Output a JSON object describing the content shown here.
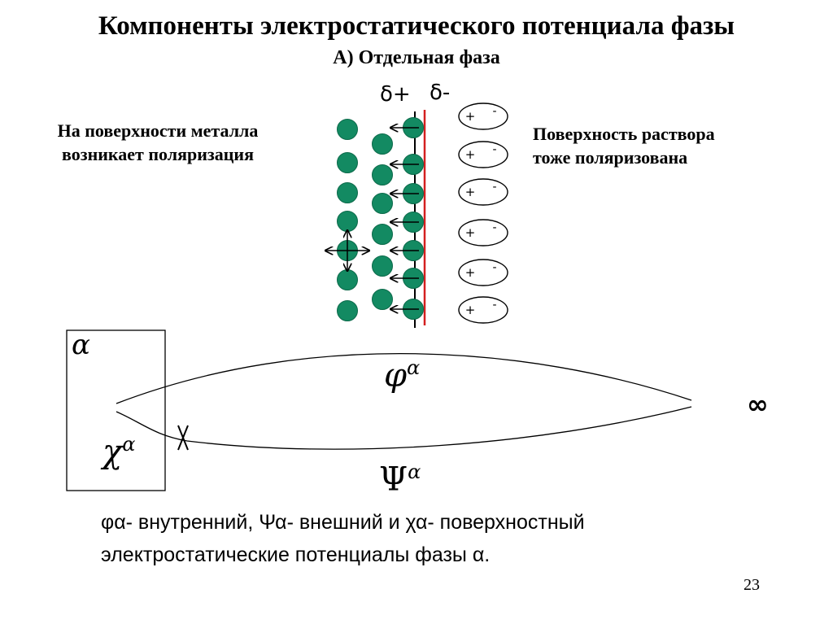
{
  "title": "Компоненты электростатического потенциала фазы",
  "subtitle": "А) Отдельная фаза",
  "left_note": [
    "На поверхности металла",
    "возникает поляризация"
  ],
  "right_note": [
    "Поверхность раствора",
    "тоже поляризована"
  ],
  "delta_plus": "δ+",
  "delta_minus": "δ-",
  "ion_plus": "+",
  "ion_minus": "-",
  "phase_label": "α",
  "inner_potential": {
    "symbol": "φ",
    "sup": "α"
  },
  "outer_potential": {
    "symbol": "Ψ",
    "sup": "α"
  },
  "surface_potential": {
    "symbol": "χ",
    "sup": "α"
  },
  "infinity": "∞",
  "caption": {
    "line1": "φα- внутренний, Ψα- внешний и χα- поверхностный",
    "line2": "электростатические потенциалы фазы α."
  },
  "page_number": "23",
  "colors": {
    "atom": "#138a62",
    "interface_line": "#d42020"
  }
}
